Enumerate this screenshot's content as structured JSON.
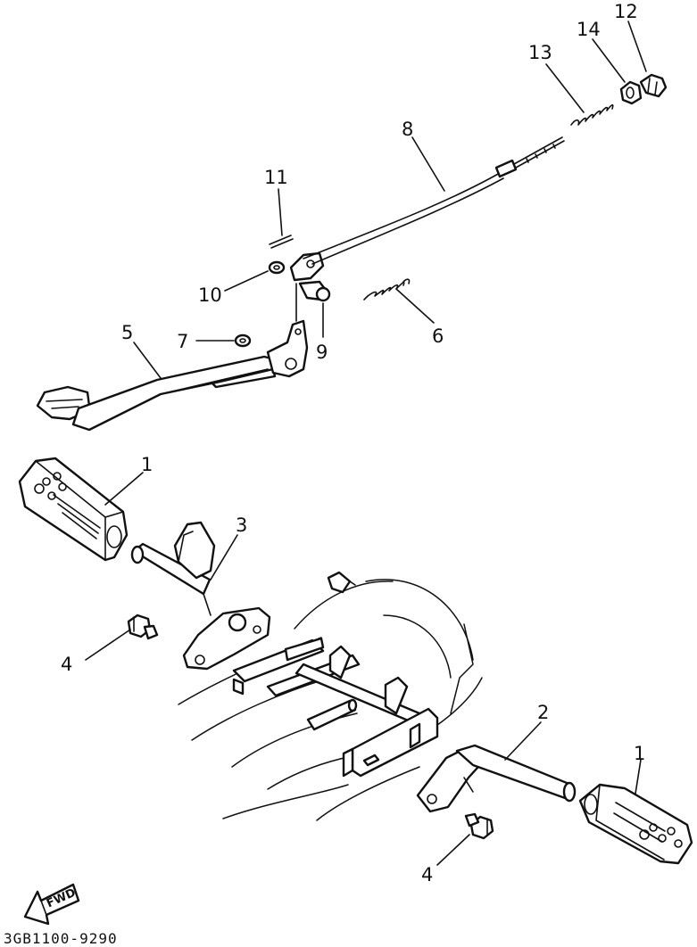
{
  "callouts": {
    "c1a": "1",
    "c1b": "1",
    "c2": "2",
    "c3": "3",
    "c4a": "4",
    "c4b": "4",
    "c5": "5",
    "c6": "6",
    "c7": "7",
    "c8": "8",
    "c9": "9",
    "c10": "10",
    "c11": "11",
    "c12": "12",
    "c13": "13",
    "c14": "14"
  },
  "direction_arrow": {
    "label": "FWD"
  },
  "drawing_code": "3GB1100-9290"
}
